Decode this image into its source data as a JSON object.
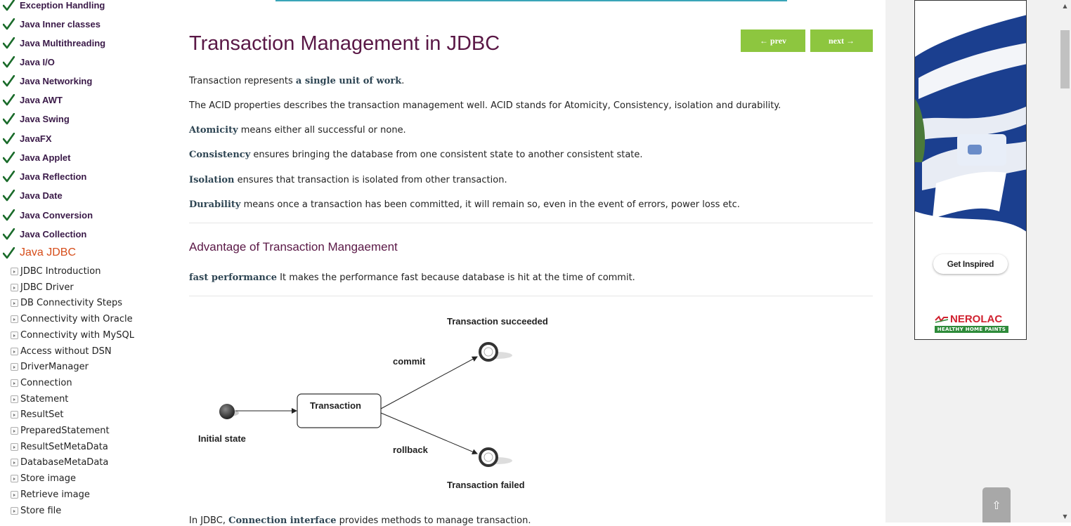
{
  "sidebar": {
    "categories": [
      {
        "label": "Exception Handling"
      },
      {
        "label": "Java Inner classes"
      },
      {
        "label": "Java Multithreading"
      },
      {
        "label": "Java I/O"
      },
      {
        "label": "Java Networking"
      },
      {
        "label": "Java AWT"
      },
      {
        "label": "Java Swing"
      },
      {
        "label": "JavaFX"
      },
      {
        "label": "Java Applet"
      },
      {
        "label": "Java Reflection"
      },
      {
        "label": "Java Date"
      },
      {
        "label": "Java Conversion"
      },
      {
        "label": "Java Collection"
      },
      {
        "label": "Java JDBC"
      }
    ],
    "active_category": "Java JDBC",
    "sub_items": [
      {
        "label": "JDBC Introduction"
      },
      {
        "label": "JDBC Driver"
      },
      {
        "label": "DB Connectivity Steps"
      },
      {
        "label": "Connectivity with Oracle"
      },
      {
        "label": "Connectivity with MySQL"
      },
      {
        "label": "Access without DSN"
      },
      {
        "label": "DriverManager"
      },
      {
        "label": "Connection"
      },
      {
        "label": "Statement"
      },
      {
        "label": "ResultSet"
      },
      {
        "label": "PreparedStatement"
      },
      {
        "label": "ResultSetMetaData"
      },
      {
        "label": "DatabaseMetaData"
      },
      {
        "label": "Store image"
      },
      {
        "label": "Retrieve image"
      },
      {
        "label": "Store file"
      }
    ],
    "check_icon": "checkmark-icon",
    "check_color": "#1a6b2a",
    "active_color": "#d64d1a"
  },
  "article": {
    "title": "Transaction Management in JDBC",
    "prev_label": "← prev",
    "next_label": "next →",
    "p1_pre": "Transaction represents ",
    "p1_bold": "a single unit of work",
    "p1_post": ".",
    "p2": "The ACID properties describes the transaction management well. ACID stands for Atomicity, Consistency, isolation and durability.",
    "p3_term": "Atomicity",
    "p3_text": " means either all successful or none.",
    "p4_term": "Consistency",
    "p4_text": " ensures bringing the database from one consistent state to another consistent state.",
    "p5_term": "Isolation",
    "p5_text": " ensures that transaction is isolated from other transaction.",
    "p6_term": "Durability",
    "p6_text": " means once a transaction has been committed, it will remain so, even in the event of errors, power loss etc.",
    "adv_heading": "Advantage of Transaction Mangaement",
    "p7_term": "fast performance",
    "p7_text": " It makes the performance fast because database is hit at the time of commit.",
    "p8_pre": "In JDBC, ",
    "p8_bold": "Connection interface",
    "p8_post": " provides methods to manage transaction.",
    "title_color": "#5a1846",
    "button_color": "#8dc63f"
  },
  "diagram": {
    "initial_label": "Initial state",
    "transaction_label": "Transaction",
    "commit_label": "commit",
    "rollback_label": "rollback",
    "succeeded_label": "Transaction succeeded",
    "failed_label": "Transaction failed"
  },
  "ad": {
    "cta": "Get Inspired",
    "brand": "NEROLAC",
    "tagline": "HEALTHY HOME PAINTS"
  },
  "scroll_top": {
    "icon": "arrow-up-icon",
    "glyph": "⇧"
  },
  "scrollbar": {
    "up": "▲",
    "down": "▼"
  }
}
